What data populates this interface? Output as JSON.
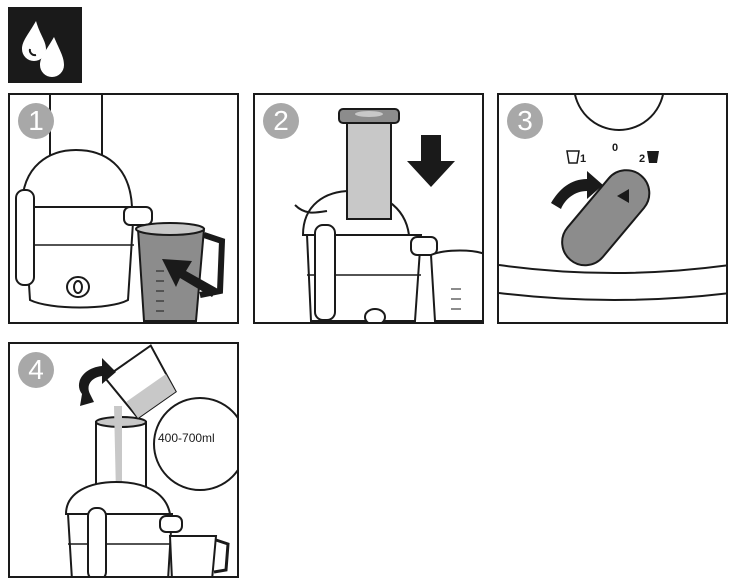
{
  "header": {
    "icon": "water-drops-icon"
  },
  "steps": [
    {
      "number": "1"
    },
    {
      "number": "2"
    },
    {
      "number": "3",
      "dial": {
        "left_setting": "1",
        "center_setting": "0",
        "right_setting": "2"
      }
    },
    {
      "number": "4",
      "volume": "400-700ml"
    }
  ],
  "colors": {
    "dark": "#1a1a1a",
    "gray_fill": "#8c8c8c",
    "light_gray": "#c8c8c8",
    "badge": "#a8a8a8"
  }
}
